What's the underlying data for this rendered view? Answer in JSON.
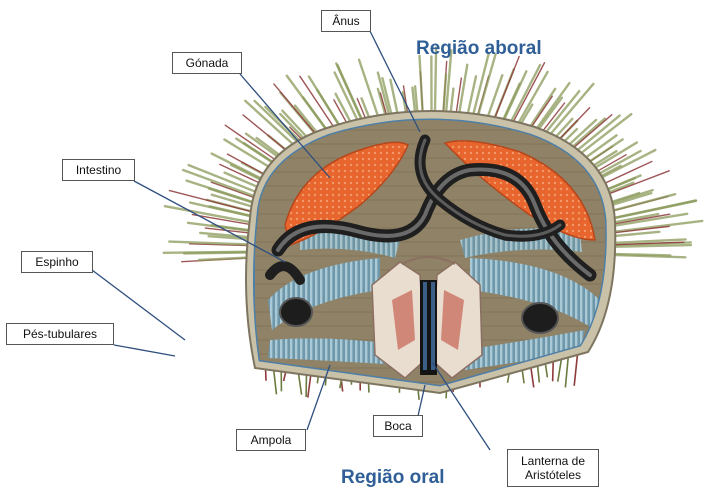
{
  "regions": {
    "aboral": "Região aboral",
    "oral": "Região oral"
  },
  "labels": {
    "anus": "Ânus",
    "gonada": "Gónada",
    "intestino": "Intestino",
    "espinho": "Espinho",
    "pes_tubulares": "Pés-tubulares",
    "ampola": "Ampola",
    "boca": "Boca",
    "lanterna_line1": "Lanterna de",
    "lanterna_line2": "Aristóteles"
  },
  "colors": {
    "region_text": "#2f5f96",
    "leader_line": "#2f4f7f",
    "gonad": "#e8652d",
    "intestine": "#2a2a2a",
    "spine_green": "#8a9a5a",
    "tube_feet": "#8e3a3a",
    "ampullae": "#7fa8b8"
  }
}
